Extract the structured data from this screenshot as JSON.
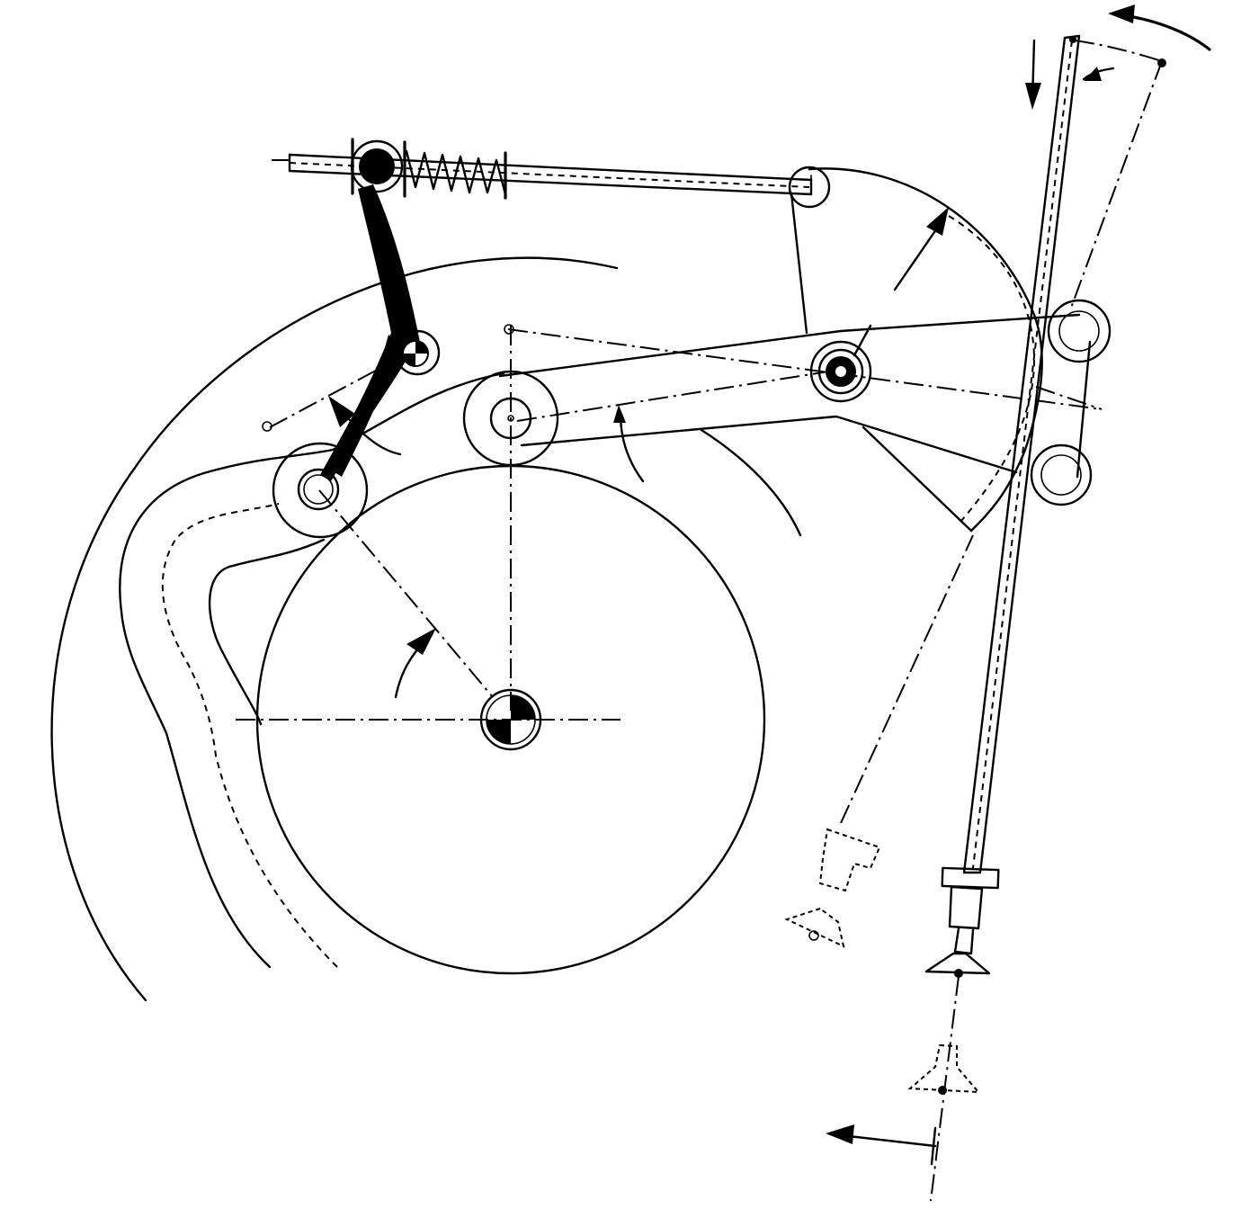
{
  "figure": {
    "type": "mechanism diagram",
    "background_color": "#ffffff",
    "line_color": "#000000"
  },
  "icons": [
    "center-of-rotation-marker",
    "motion-arrow"
  ]
}
